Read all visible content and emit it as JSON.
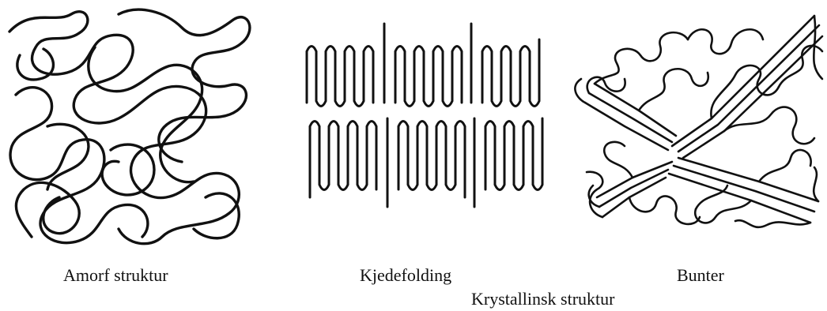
{
  "panels": [
    {
      "id": "amorf",
      "label": "Amorf struktur"
    },
    {
      "id": "kjedefolding",
      "label": "Kjedefolding"
    },
    {
      "id": "bunter",
      "label": "Bunter"
    }
  ],
  "group_label": "Krystallinsk struktur",
  "colors": {
    "stroke": "#111111",
    "background": "#ffffff"
  }
}
